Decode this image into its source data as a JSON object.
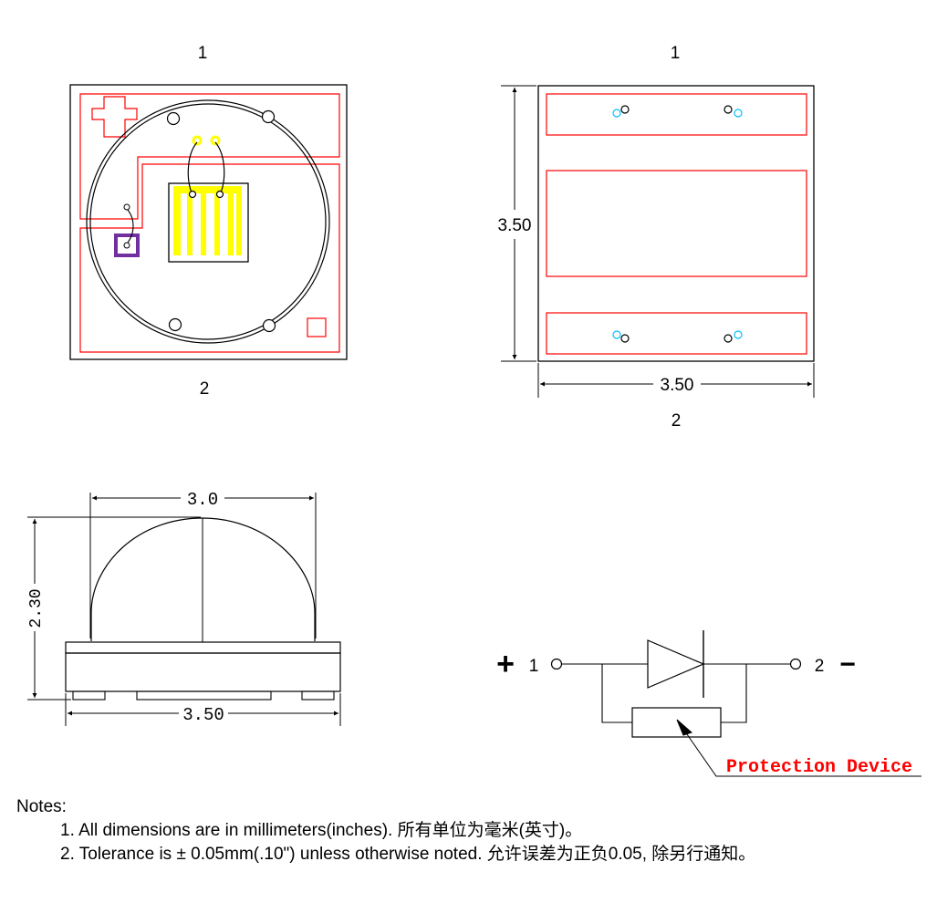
{
  "views": {
    "top_left": {
      "pin_top": "1",
      "pin_bottom": "2"
    },
    "top_right": {
      "pin_top": "1",
      "pin_bottom": "2",
      "dim_height": "3.50",
      "dim_width": "3.50"
    },
    "side": {
      "dim_dome_width": "3.0",
      "dim_height": "2.30",
      "dim_base_width": "3.50"
    }
  },
  "schematic": {
    "plus_sign": "+",
    "pin1": "1",
    "pin2": "2",
    "minus_sign": "−",
    "protection_label": "Protection Device"
  },
  "notes": {
    "heading": "Notes:",
    "items": [
      "1. All dimensions are in millimeters(inches).  所有单位为毫米(英寸)。",
      "2. Tolerance is ± 0.05mm(.10\") unless otherwise noted.  允许误差为正负0.05, 除另行通知。"
    ]
  },
  "colors": {
    "outline": "#000000",
    "pad": "#ff0000",
    "chip": "#ffff00",
    "zener": "#7030a0",
    "via": "#00bfff",
    "protection_label": "#ff0000"
  }
}
